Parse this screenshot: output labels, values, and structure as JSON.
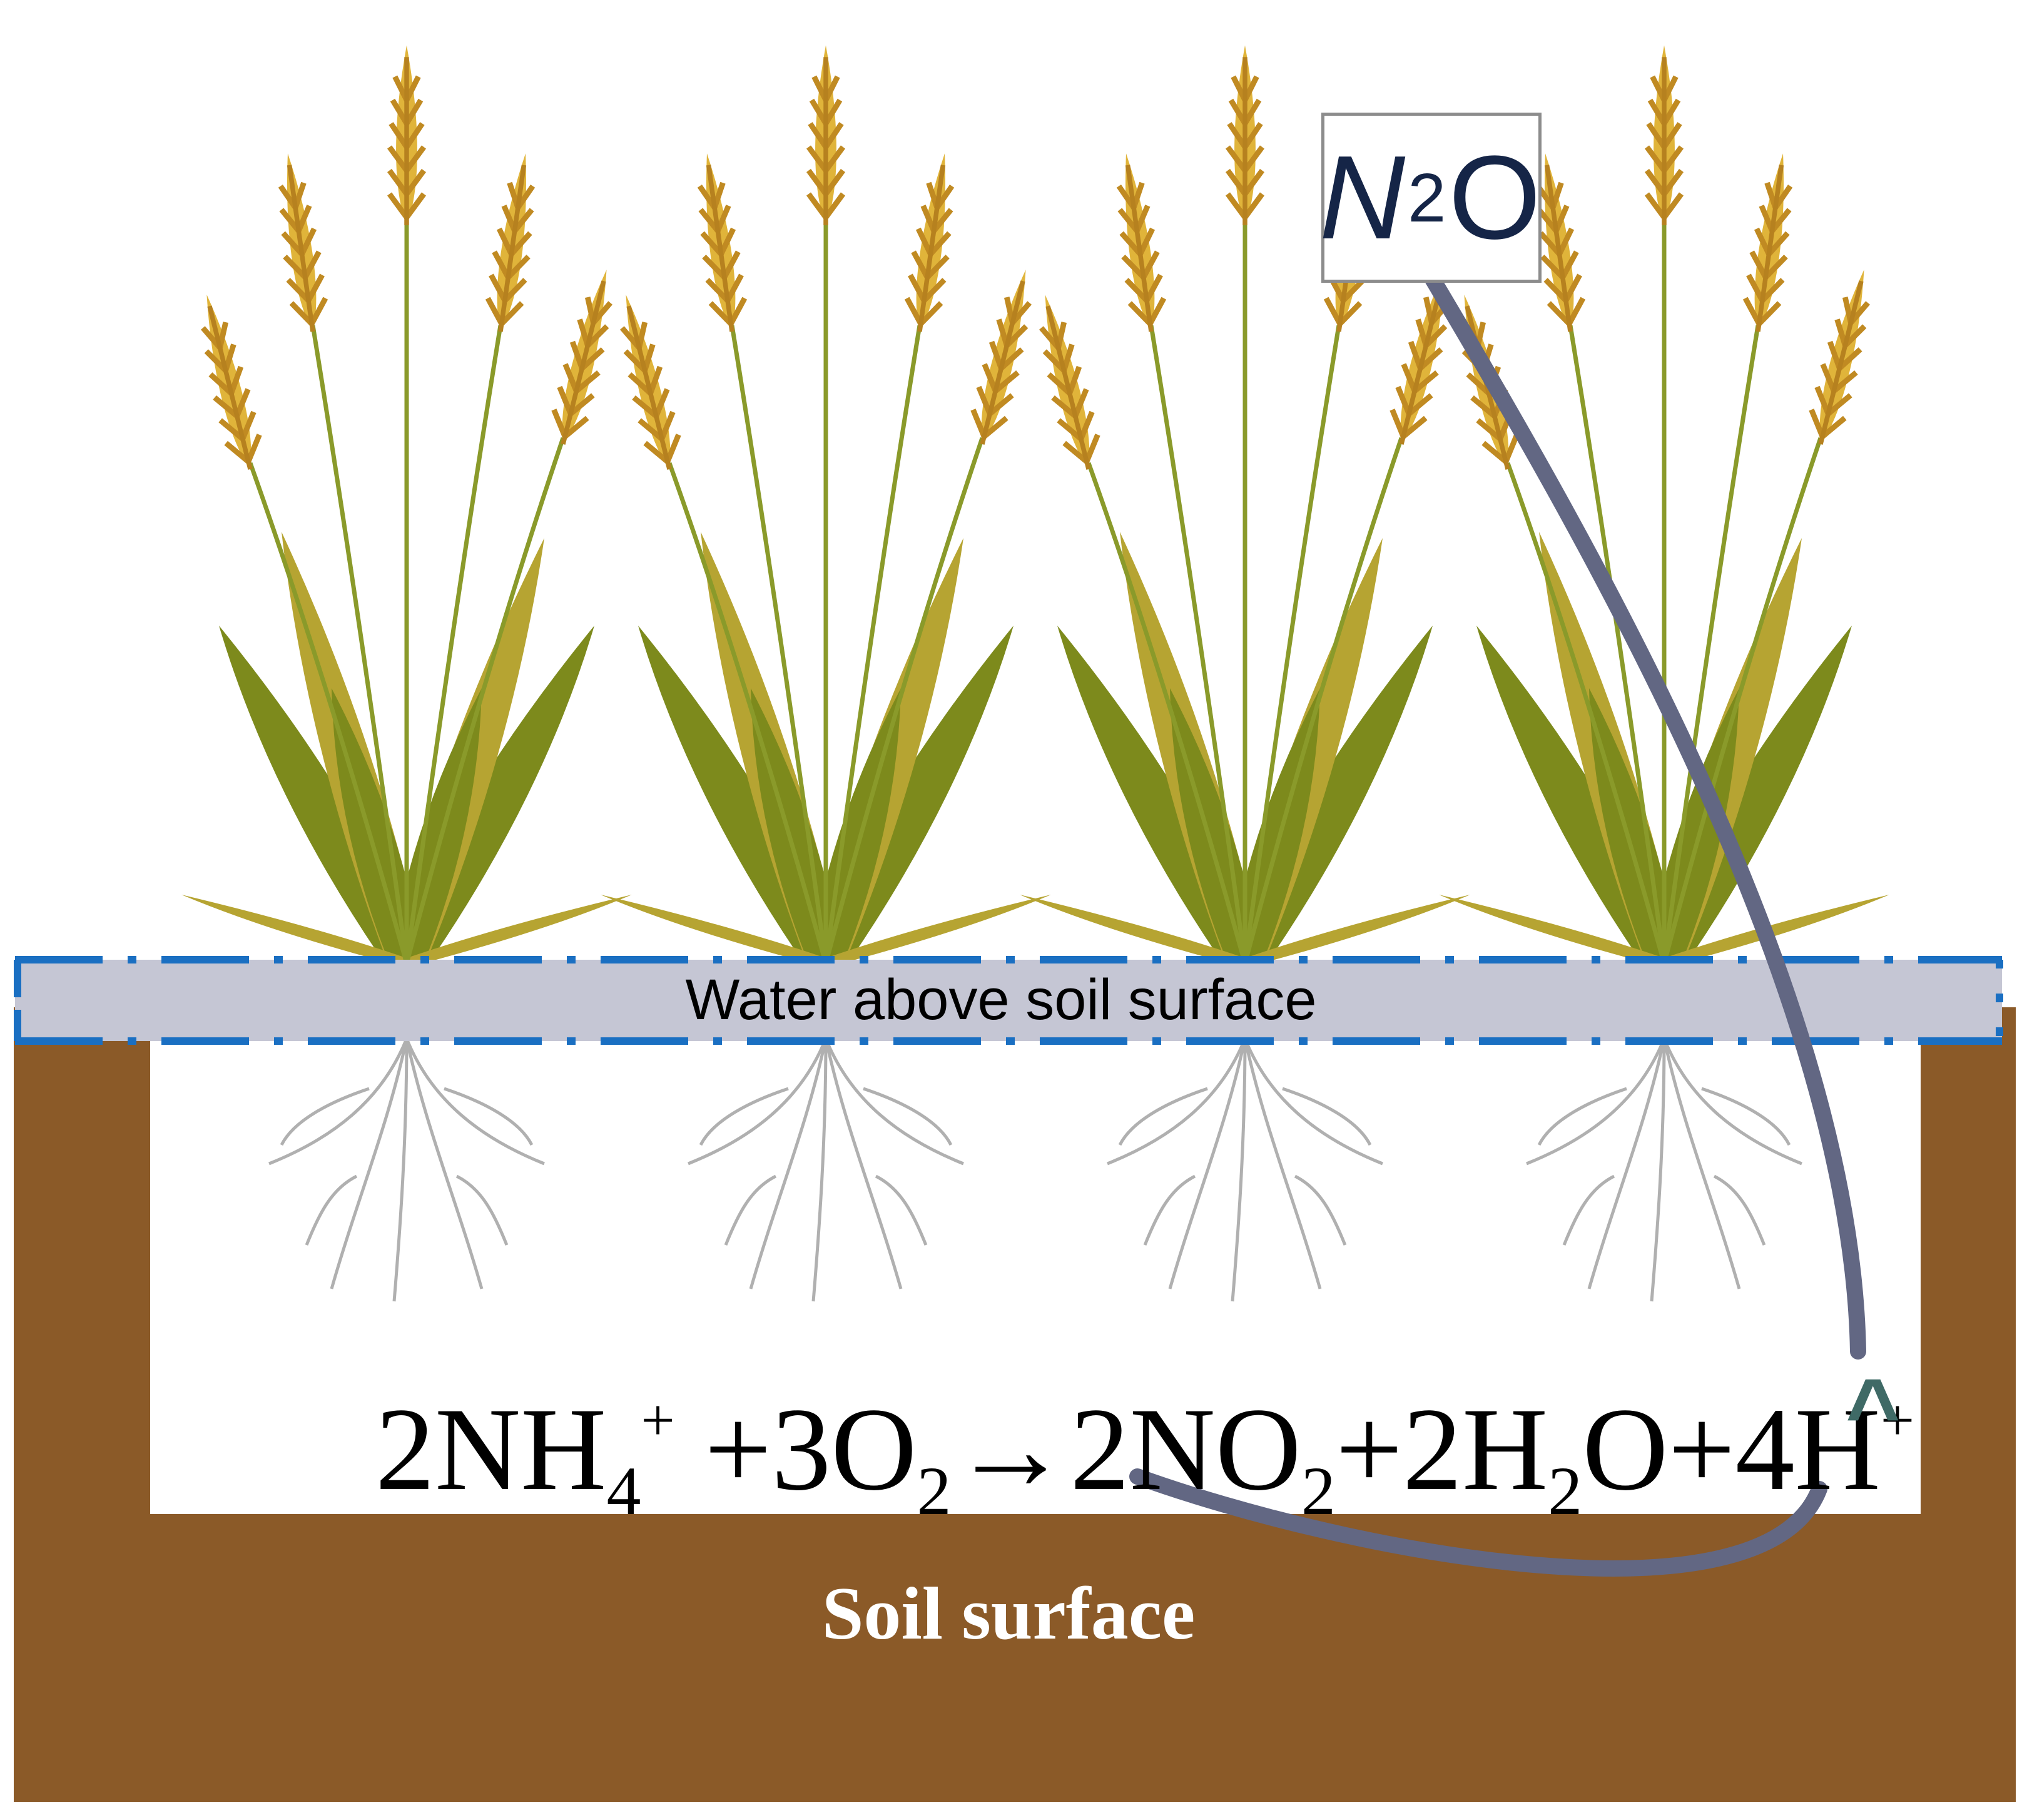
{
  "labels": {
    "gas_product": {
      "base": "N",
      "subscript": "2",
      "tail": "O"
    },
    "water_layer": "Water above soil surface",
    "soil_layer": "Soil surface"
  },
  "equation": {
    "reactant1": {
      "coef": "2NH",
      "sub": "4",
      "sup": "+"
    },
    "plus1": " +3O",
    "reactant2_sub": "2",
    "arrow": "→",
    "product1": {
      "text": "2NO",
      "sub": "2"
    },
    "product2": {
      "text": "+2H",
      "sub": "2",
      "tail": "O"
    },
    "product3": {
      "text": "+4H",
      "sup": "+"
    }
  },
  "caret_symbol": "^",
  "colors": {
    "soil": "#8b5a28",
    "water": "#c5c6d4",
    "water_border": "#1a6fc2",
    "cycle_line": "#626783",
    "grain": "#e0b43a",
    "leaf_dark": "#7d8a1c",
    "leaf_light": "#b6a432",
    "root": "#b0b0b0"
  },
  "plant_count": 4
}
